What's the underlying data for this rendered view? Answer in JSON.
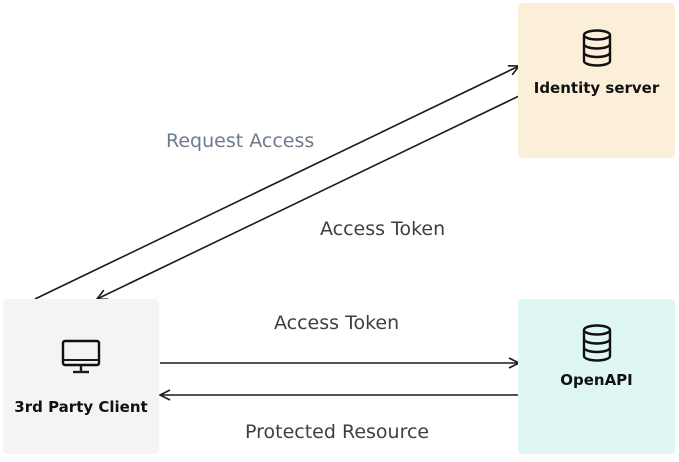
{
  "nodes": {
    "identity_server": {
      "label": "Identity server",
      "icon": "database-icon",
      "fill": "#fcefd9"
    },
    "client": {
      "label": "3rd Party Client",
      "icon": "monitor-icon",
      "fill": "#f4f4f4"
    },
    "openapi": {
      "label": "OpenAPI",
      "icon": "database-icon",
      "fill": "#def7f3"
    }
  },
  "edges": {
    "request_access": {
      "label": "Request Access",
      "color": "#6e7b8b"
    },
    "access_token_from_identity": {
      "label": "Access Token",
      "color": "#3f3f3f"
    },
    "access_token_to_api": {
      "label": "Access Token",
      "color": "#3f3f3f"
    },
    "protected_resource": {
      "label": "Protected Resource",
      "color": "#3f3f3f"
    }
  },
  "arrow_color": "#1a1a1a"
}
